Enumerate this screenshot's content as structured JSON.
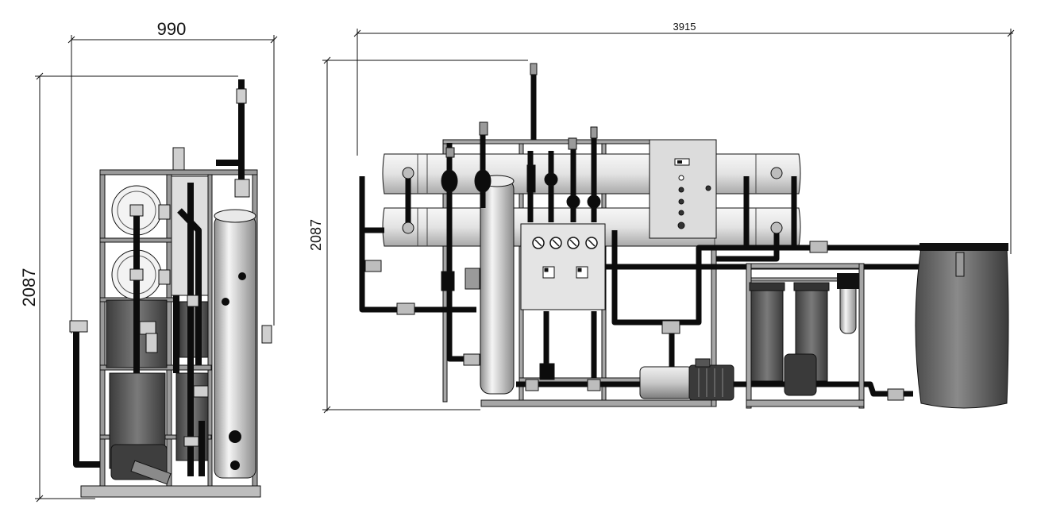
{
  "dimensions": {
    "side_width": "990",
    "side_height": "2087",
    "front_width": "3915",
    "front_height": "2087"
  },
  "colors": {
    "line": "#111111",
    "frame": "#8a8a8a",
    "vessel_light": "#e6e6e6",
    "vessel_mid": "#bdbdbd",
    "vessel_dark": "#555555",
    "panel": "#dcdcdc",
    "pipe": "#0c0c0c",
    "tank": "#6a6a6a"
  },
  "icons": [
    "gauge-icon",
    "switch-icon",
    "valve-icon",
    "motor-pump-icon",
    "tank-icon"
  ]
}
